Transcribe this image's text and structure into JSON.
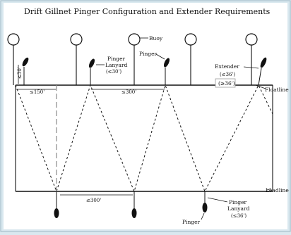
{
  "diagram": {
    "title": "Drift Gillnet Pinger Configuration and Extender Requirements",
    "labels": {
      "buoy": "Buoy",
      "pinger_top": "Pinger",
      "pinger_lanyard_top_1": "Pinger",
      "pinger_lanyard_top_2": "Lanyard",
      "pinger_lanyard_top_3": "(≤30')",
      "extender_1": "Extender",
      "extender_2": "(≤36')",
      "extender_3": "(≥36')",
      "floatline": "Floatline",
      "leadline": "Leadline",
      "pinger_lanyard_bottom_1": "Pinger",
      "pinger_lanyard_bottom_2": "Lanyard",
      "pinger_lanyard_bottom_3": "(≤36')",
      "pinger_bottom": "Pinger",
      "dim_30": "≤30'",
      "dim_150": "≤150'",
      "dim_300_top": "≤300'",
      "dim_300_bottom": "≤300'"
    },
    "colors": {
      "background": "#d9e8ef",
      "panel": "#ffffff",
      "line": "#111111",
      "guide": "#888888"
    }
  }
}
